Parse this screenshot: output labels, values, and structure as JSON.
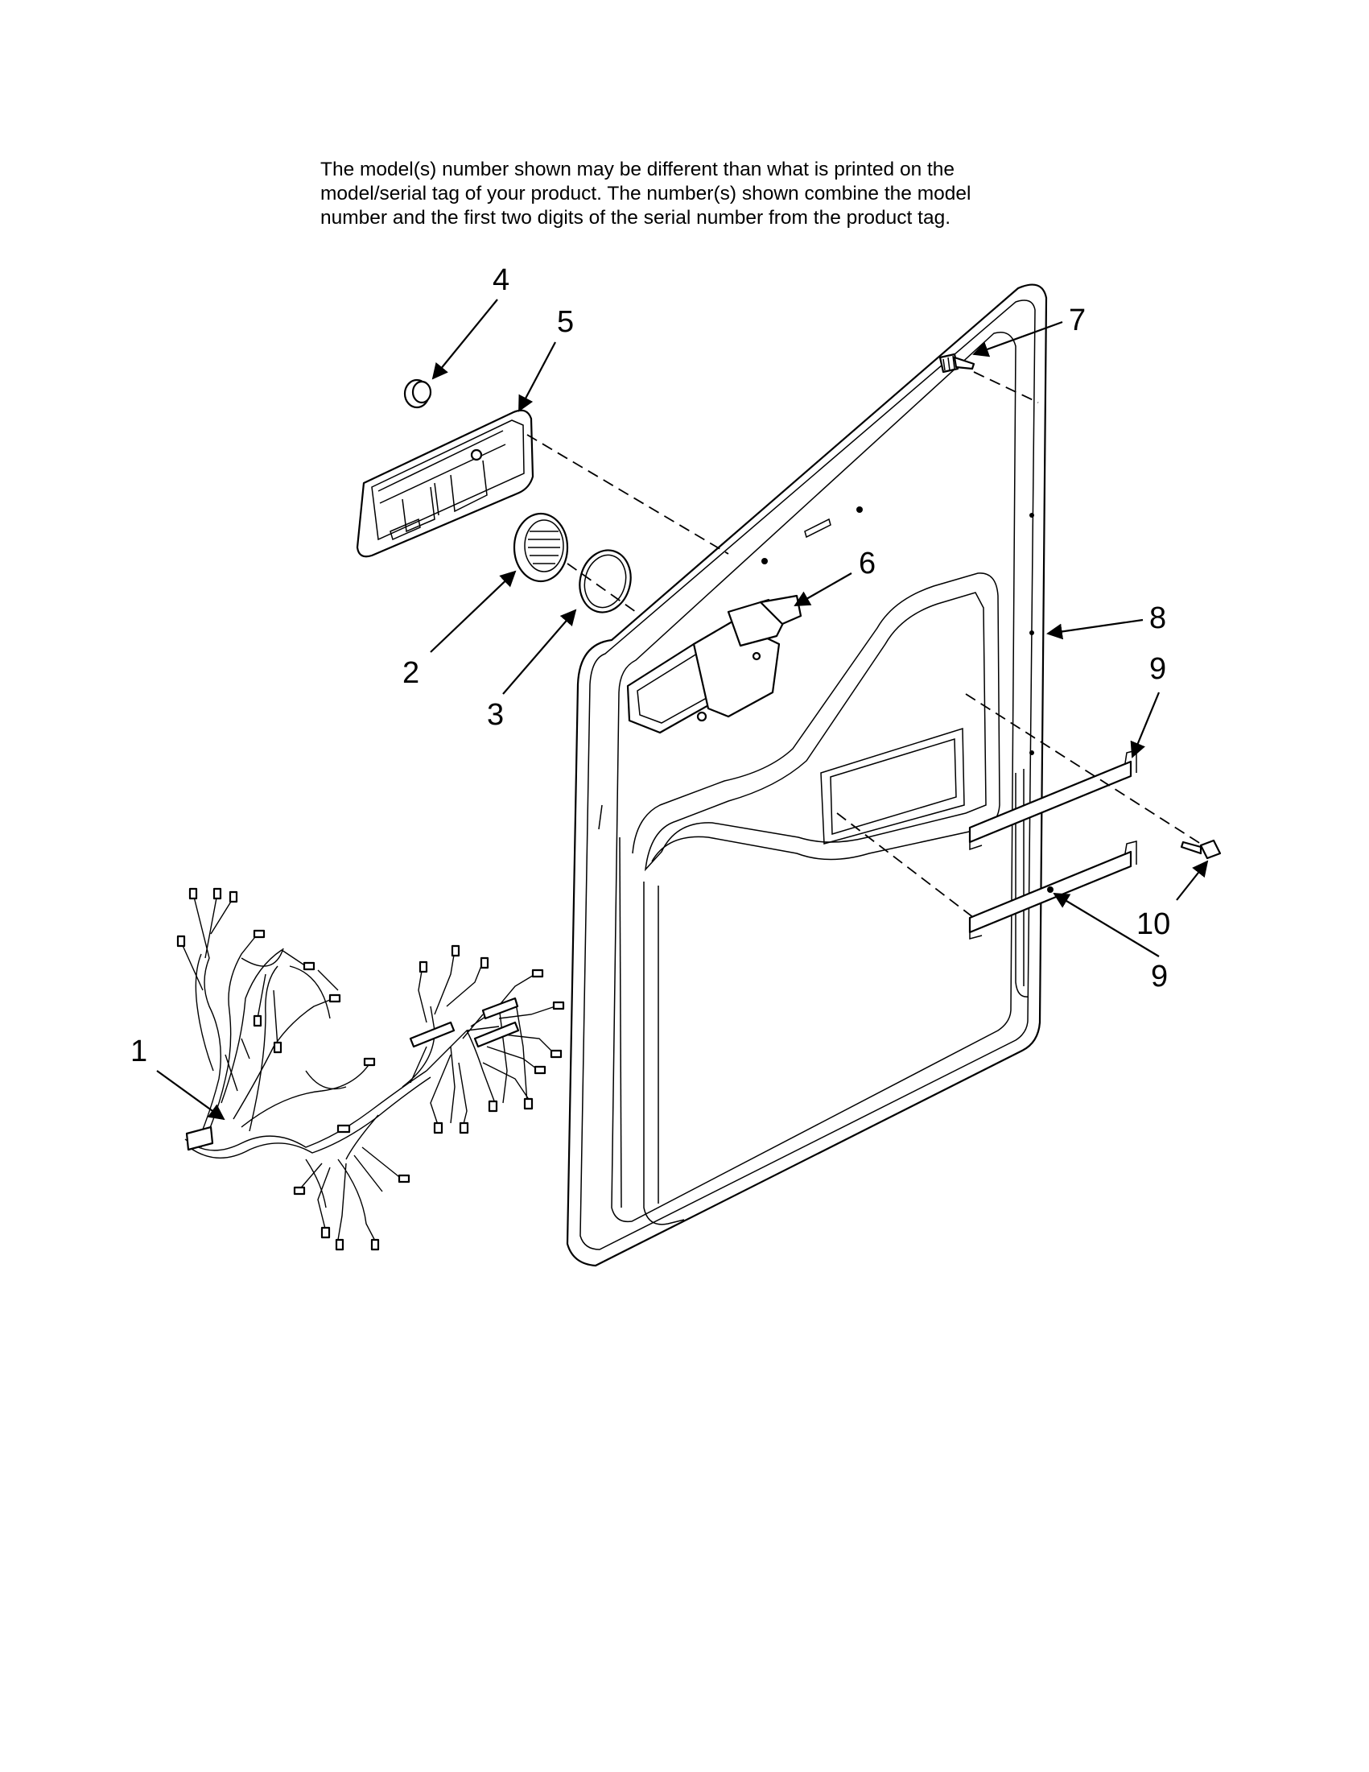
{
  "notice": {
    "lines": [
      "The model(s) number shown may be different than what is printed on the",
      "model/serial tag of your product. The number(s) shown combine the model",
      "number and the first two digits of the serial number from the product tag."
    ]
  },
  "callouts": {
    "c1": "1",
    "c2": "2",
    "c3": "3",
    "c4": "4",
    "c5": "5",
    "c6": "6",
    "c7": "7",
    "c8": "8",
    "c9a": "9",
    "c9b": "9",
    "c10": "10"
  }
}
